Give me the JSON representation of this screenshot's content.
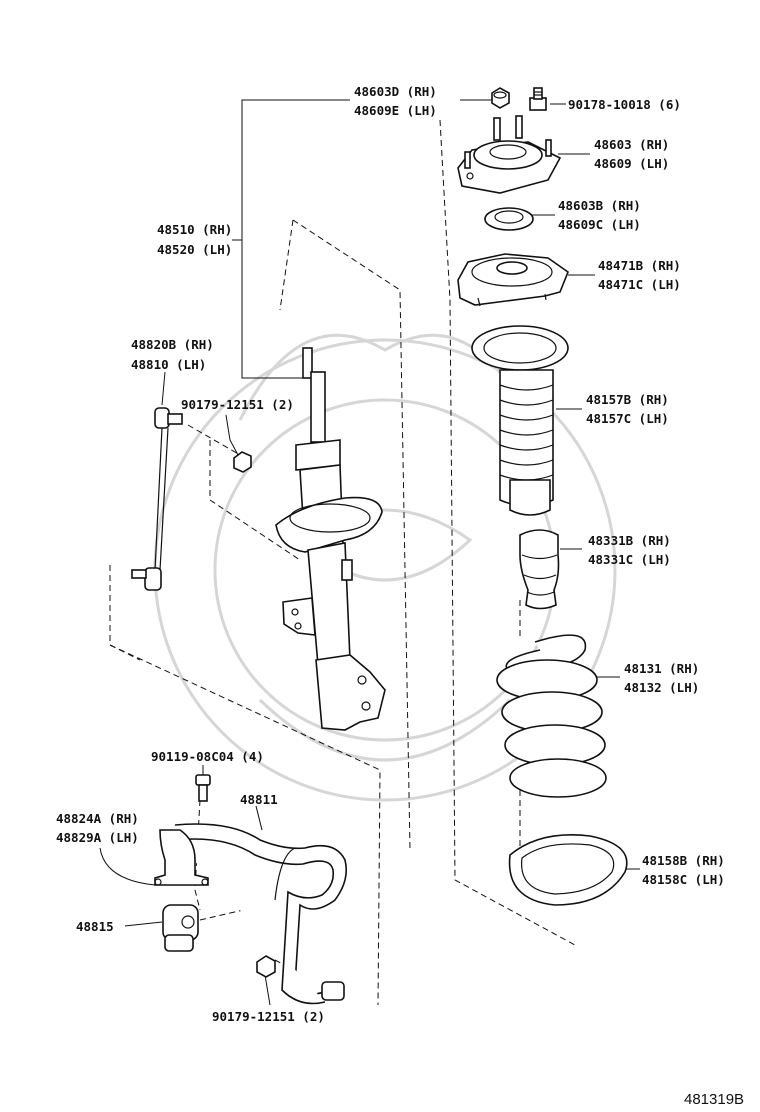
{
  "labels": {
    "nut_rh": "48603D (RH)",
    "nut_lh": "48609E (LH)",
    "bolt": "90178-10018 (6)",
    "support_rh": "48603 (RH)",
    "support_lh": "48609 (LH)",
    "bearing_rh": "48603B (RH)",
    "bearing_lh": "48609C (LH)",
    "seat_upper_rh": "48471B (RH)",
    "seat_upper_lh": "48471C (LH)",
    "boot_rh": "48157B (RH)",
    "boot_lh": "48157C (LH)",
    "bumper_rh": "48331B (RH)",
    "bumper_lh": "48331C (LH)",
    "spring_rh": "48131 (RH)",
    "spring_lh": "48132 (LH)",
    "insulator_rh": "48158B (RH)",
    "insulator_lh": "48158C (LH)",
    "strut_rh": "48510 (RH)",
    "strut_lh": "48520 (LH)",
    "link_rh": "48820B (RH)",
    "link_lh": "48810 (LH)",
    "link_nut": "90179-12151 (2)",
    "bush_bolt": "90119-08C04 (4)",
    "stabilizer": "48811",
    "bracket_rh": "48824A (RH)",
    "bracket_lh": "48829A (LH)",
    "bush": "48815",
    "stab_nut": "90179-12151 (2)",
    "diagram_code": "481319B"
  }
}
